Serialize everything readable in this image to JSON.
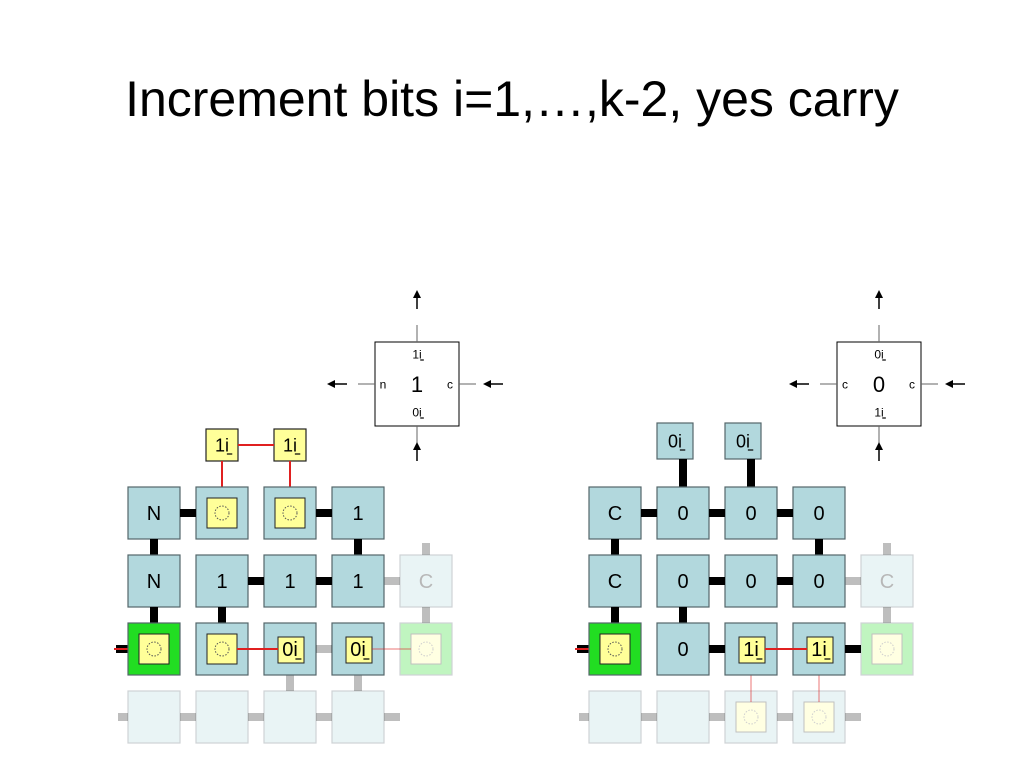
{
  "title": "Increment bits i=1,…,k-2, yes carry",
  "colors": {
    "tile_fill": "#b2d8dd",
    "tile_stroke": "#54666a",
    "yellow": "#ffff99",
    "green": "#22dd22",
    "red_wire": "#e02020",
    "bond": "#000000"
  },
  "legends": {
    "left": {
      "center": "1",
      "north": "1i",
      "south": "0i",
      "west": "n",
      "east": "c"
    },
    "right": {
      "center": "0",
      "north": "0i",
      "south": "1i",
      "west": "c",
      "east": "c"
    }
  },
  "panels": [
    {
      "row1": [
        "N",
        "",
        "",
        "1"
      ],
      "row2": [
        "N",
        "1",
        "1",
        "1",
        "C"
      ],
      "row3": [
        "",
        "",
        "0i",
        "0i",
        ""
      ],
      "top_tiles": [
        "1i",
        "1i"
      ]
    },
    {
      "row1": [
        "C",
        "0",
        "0",
        "0"
      ],
      "row2": [
        "C",
        "0",
        "0",
        "0",
        "C"
      ],
      "row3": [
        "",
        "0",
        "1i",
        "1i",
        ""
      ],
      "top_tiles": [
        "0i",
        "0i"
      ]
    }
  ]
}
